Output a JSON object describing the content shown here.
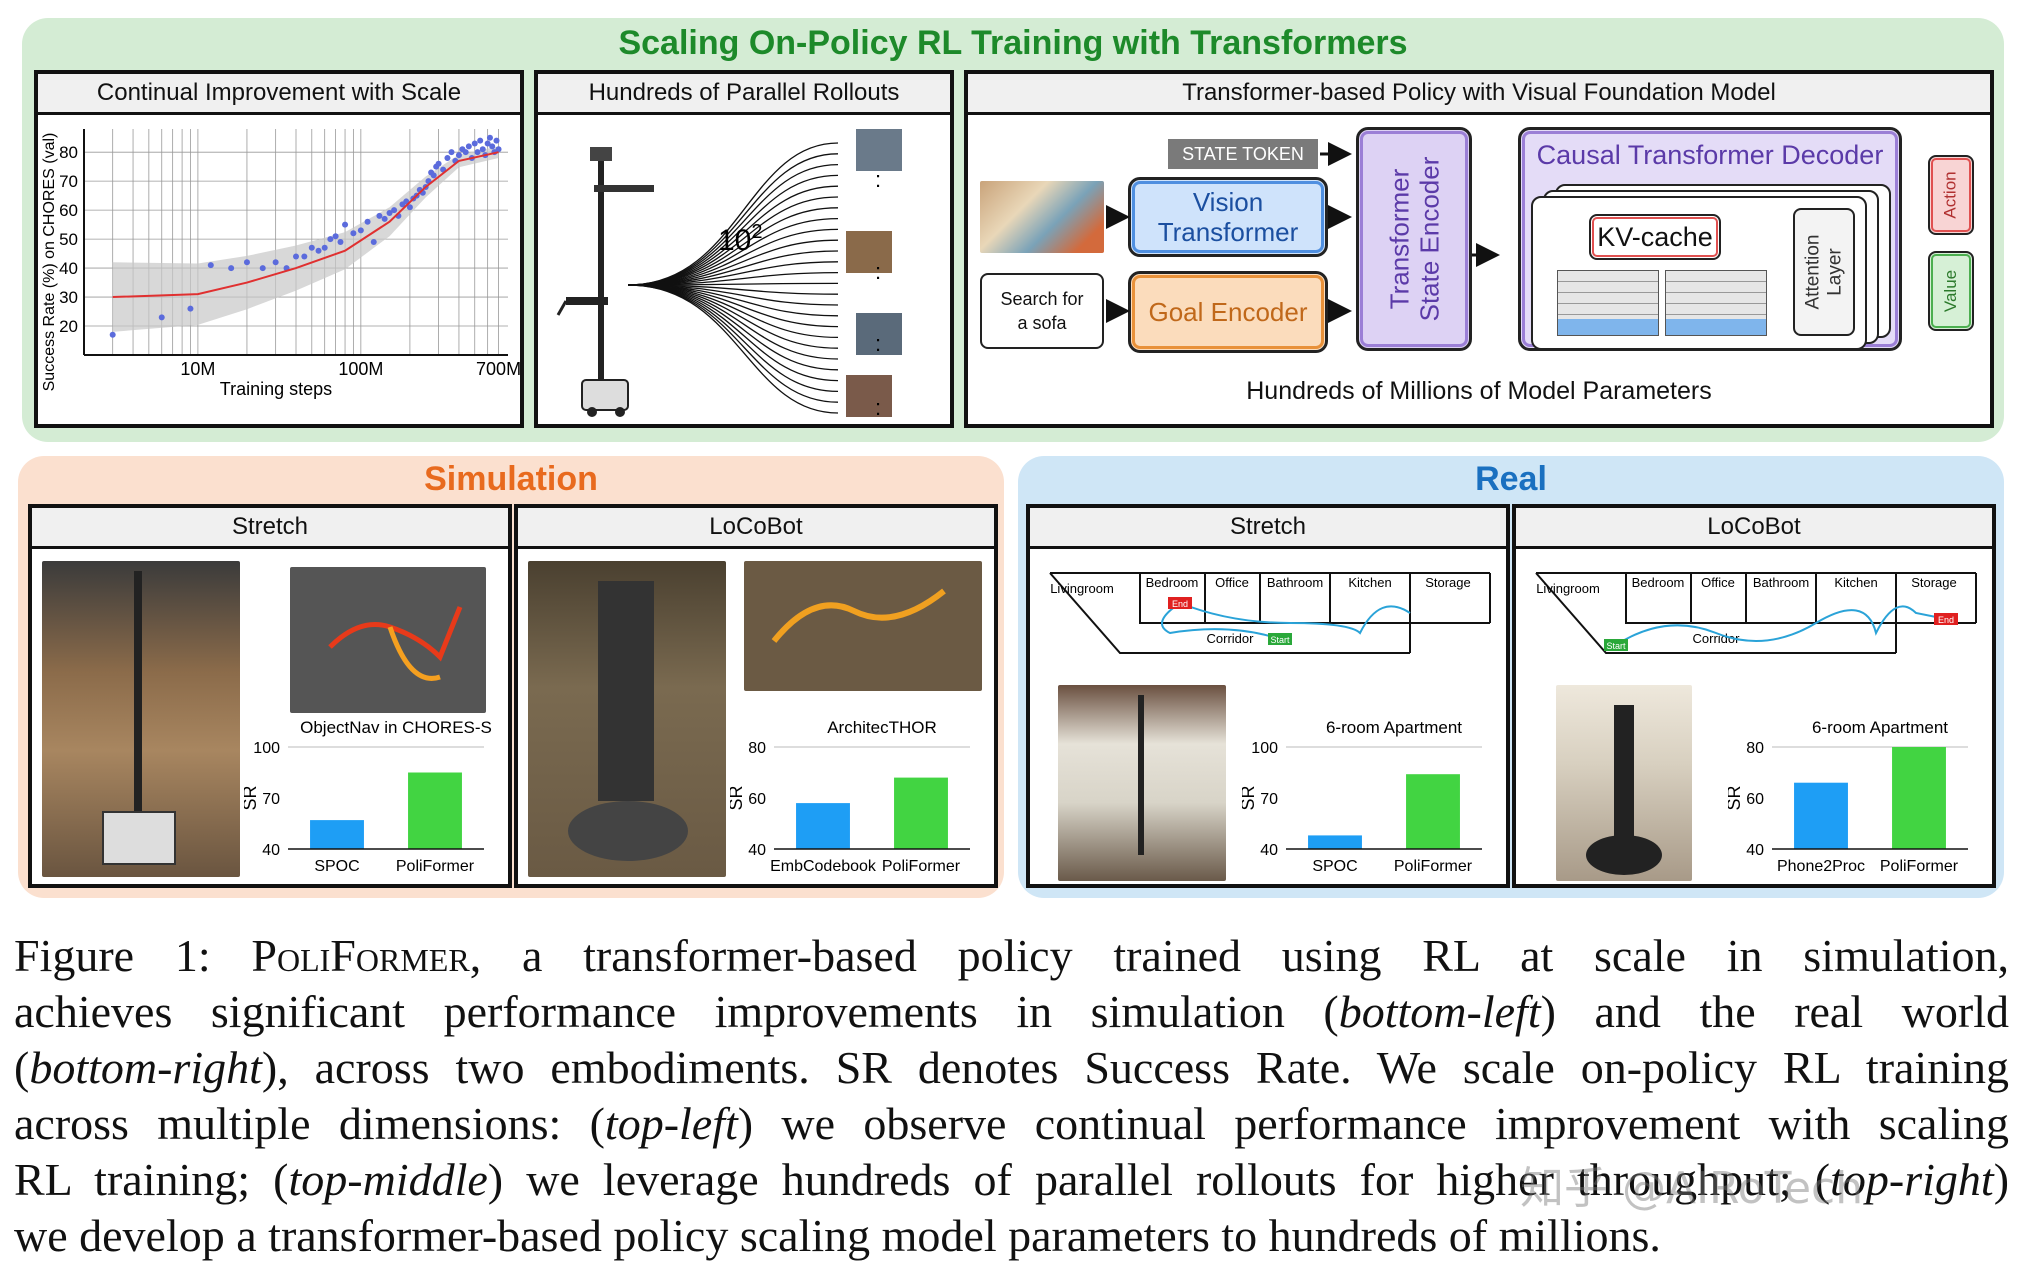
{
  "top_title": "Scaling On-Policy RL Training with Transformers",
  "panel1": {
    "header": "Continual Improvement with Scale",
    "chart_data": {
      "type": "scatter",
      "title": "Continual Improvement with Scale",
      "xlabel": "Training steps",
      "ylabel": "Success Rate (%) on CHORES (val)",
      "x_scale": "log",
      "x_ticks": [
        "10M",
        "100M",
        "700M"
      ],
      "y_ticks": [
        20,
        30,
        40,
        50,
        60,
        70,
        80
      ],
      "ylim": [
        10,
        88
      ],
      "grid": true,
      "points_x": [
        3,
        6,
        9,
        12,
        16,
        20,
        25,
        30,
        35,
        40,
        45,
        50,
        55,
        60,
        65,
        70,
        75,
        80,
        90,
        100,
        110,
        120,
        130,
        140,
        150,
        160,
        170,
        180,
        190,
        200,
        210,
        220,
        230,
        240,
        250,
        260,
        270,
        280,
        290,
        300,
        320,
        340,
        360,
        380,
        400,
        420,
        440,
        460,
        480,
        500,
        520,
        540,
        560,
        580,
        600,
        620,
        640,
        660,
        680,
        700
      ],
      "points_y": [
        17,
        23,
        26,
        41,
        40,
        42,
        40,
        42,
        40,
        44,
        44,
        47,
        46,
        47,
        50,
        51,
        49,
        55,
        52,
        53,
        56,
        49,
        58,
        57,
        59,
        60,
        58,
        62,
        63,
        61,
        64,
        65,
        67,
        66,
        68,
        70,
        73,
        72,
        75,
        76,
        74,
        78,
        80,
        77,
        79,
        81,
        80,
        82,
        78,
        83,
        80,
        84,
        81,
        79,
        83,
        85,
        82,
        80,
        84,
        81
      ],
      "trend_x": [
        3,
        10,
        20,
        40,
        80,
        150,
        250,
        400,
        700
      ],
      "trend_y": [
        30,
        31,
        35,
        40,
        46,
        56,
        68,
        77,
        80
      ],
      "series": [
        {
          "name": "",
          "values": []
        }
      ]
    }
  },
  "panel2": {
    "header": "Hundreds of Parallel Rollouts",
    "rollout_label_base": "10",
    "rollout_label_exp": "2",
    "dots": ":"
  },
  "panel3": {
    "header": "Transformer-based Policy with Visual Foundation Model",
    "state_token": "STATE TOKEN",
    "vision_transformer_l1": "Vision",
    "vision_transformer_l2": "Transformer",
    "goal_encoder": "Goal Encoder",
    "search_l1": "Search for",
    "search_l2": "a sofa",
    "state_encoder_l1": "Transformer",
    "state_encoder_l2": "State Encoder",
    "decoder": "Causal Transformer Decoder",
    "kv_cache": "KV-cache",
    "attention_l1": "Attention",
    "attention_l2": "Layer",
    "action": "Action",
    "value": "Value",
    "footer": "Hundreds of Millions of Model Parameters",
    "colors": {
      "blue": "#4f8fe0",
      "orange": "#e8913a",
      "purple": "#9b7fd6",
      "red": "#e05050",
      "green": "#4caf50"
    }
  },
  "simulation": {
    "title": "Simulation",
    "stretch": {
      "header": "Stretch",
      "chart_data": {
        "type": "bar",
        "title": "ObjectNav in CHORES-S",
        "ylabel": "SR",
        "categories": [
          "SPOC",
          "PoliFormer"
        ],
        "values": [
          57,
          85
        ],
        "ylim": [
          40,
          100
        ],
        "y_ticks": [
          40,
          70,
          100
        ],
        "colors": [
          "#1e9ef5",
          "#42d442"
        ]
      }
    },
    "locobot": {
      "header": "LoCoBot",
      "chart_data": {
        "type": "bar",
        "title": "ArchitecTHOR",
        "ylabel": "SR",
        "categories": [
          "EmbCodebook",
          "PoliFormer"
        ],
        "values": [
          58,
          68
        ],
        "ylim": [
          40,
          80
        ],
        "y_ticks": [
          40,
          60,
          80
        ],
        "colors": [
          "#1e9ef5",
          "#42d442"
        ]
      }
    }
  },
  "real": {
    "title": "Real",
    "rooms": [
      "Livingroom",
      "Bedroom",
      "Office",
      "Bathroom",
      "Kitchen",
      "Storage",
      "Corridor"
    ],
    "start": "Start",
    "end": "End",
    "stretch": {
      "header": "Stretch",
      "chart_data": {
        "type": "bar",
        "title": "6-room Apartment",
        "ylabel": "SR",
        "categories": [
          "SPOC",
          "PoliFormer"
        ],
        "values": [
          48,
          84
        ],
        "ylim": [
          40,
          100
        ],
        "y_ticks": [
          40,
          70,
          100
        ],
        "colors": [
          "#1e9ef5",
          "#42d442"
        ]
      }
    },
    "locobot": {
      "header": "LoCoBot",
      "chart_data": {
        "type": "bar",
        "title": "6-room Apartment",
        "ylabel": "SR",
        "categories": [
          "Phone2Proc",
          "PoliFormer"
        ],
        "values": [
          66,
          80
        ],
        "ylim": [
          40,
          80
        ],
        "y_ticks": [
          40,
          60,
          80
        ],
        "colors": [
          "#1e9ef5",
          "#42d442"
        ]
      }
    }
  },
  "caption": {
    "l1a": "Figure 1:  ",
    "l1_name": "PoliFormer",
    "l1b": ", a transformer-based policy trained using RL at scale in simulation,",
    "l2a": "achieves significant performance improvements in simulation (",
    "l2_i1": "bottom-left",
    "l2b": ") and the real world",
    "l3a": "(",
    "l3_i1": "bottom-right",
    "l3b": "), across two embodiments. SR denotes Success Rate. We scale on-policy RL training",
    "l4a": "across multiple dimensions: (",
    "l4_i1": "top-left",
    "l4b": ") we observe continual performance improvement with scaling",
    "l5a": "RL training; (",
    "l5_i1": "top-middle",
    "l5b": ") we leverage hundreds of parallel rollouts for higher throughput; (",
    "l5_i2": "top-right",
    "l5c": ")",
    "l6": "we develop a transformer-based policy scaling model parameters to hundreds of millions.",
    "watermark": "知乎 @AIRoTech"
  }
}
